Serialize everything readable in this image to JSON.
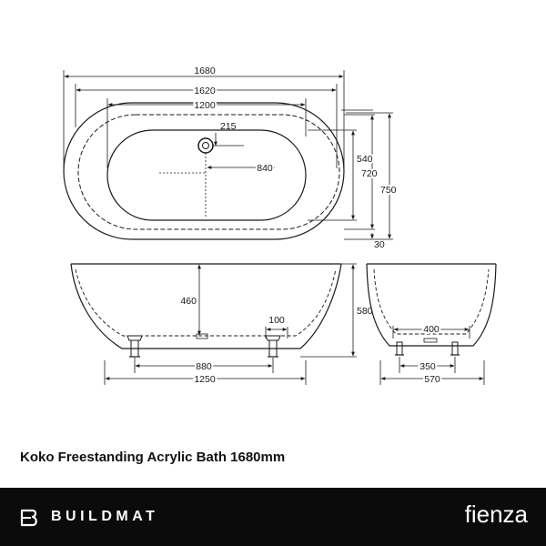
{
  "dimensions": {
    "overall_length": "1680",
    "inner_top_length": "1620",
    "basin_length": "1200",
    "waste_offset": "215",
    "waste_centre": "840",
    "basin_width": "540",
    "inner_width": "720",
    "overall_width": "750",
    "rim_overhang": "30",
    "basin_depth": "460",
    "overall_height": "580",
    "foot_width": "100",
    "feet_centres": "880",
    "base_length": "1250",
    "end_base_top": "400",
    "end_feet_centres": "350",
    "end_base_width": "570"
  },
  "title": "Koko Freestanding Acrylic Bath 1680mm",
  "footer": {
    "brand": "BUILDMAT",
    "brand_logo_icon": "buildmat-logo-icon",
    "partner": "fienza",
    "background": "#0b0b0b",
    "text_color": "#ffffff"
  },
  "colors": {
    "line": "#1a1a1a",
    "page": "#ffffff"
  }
}
